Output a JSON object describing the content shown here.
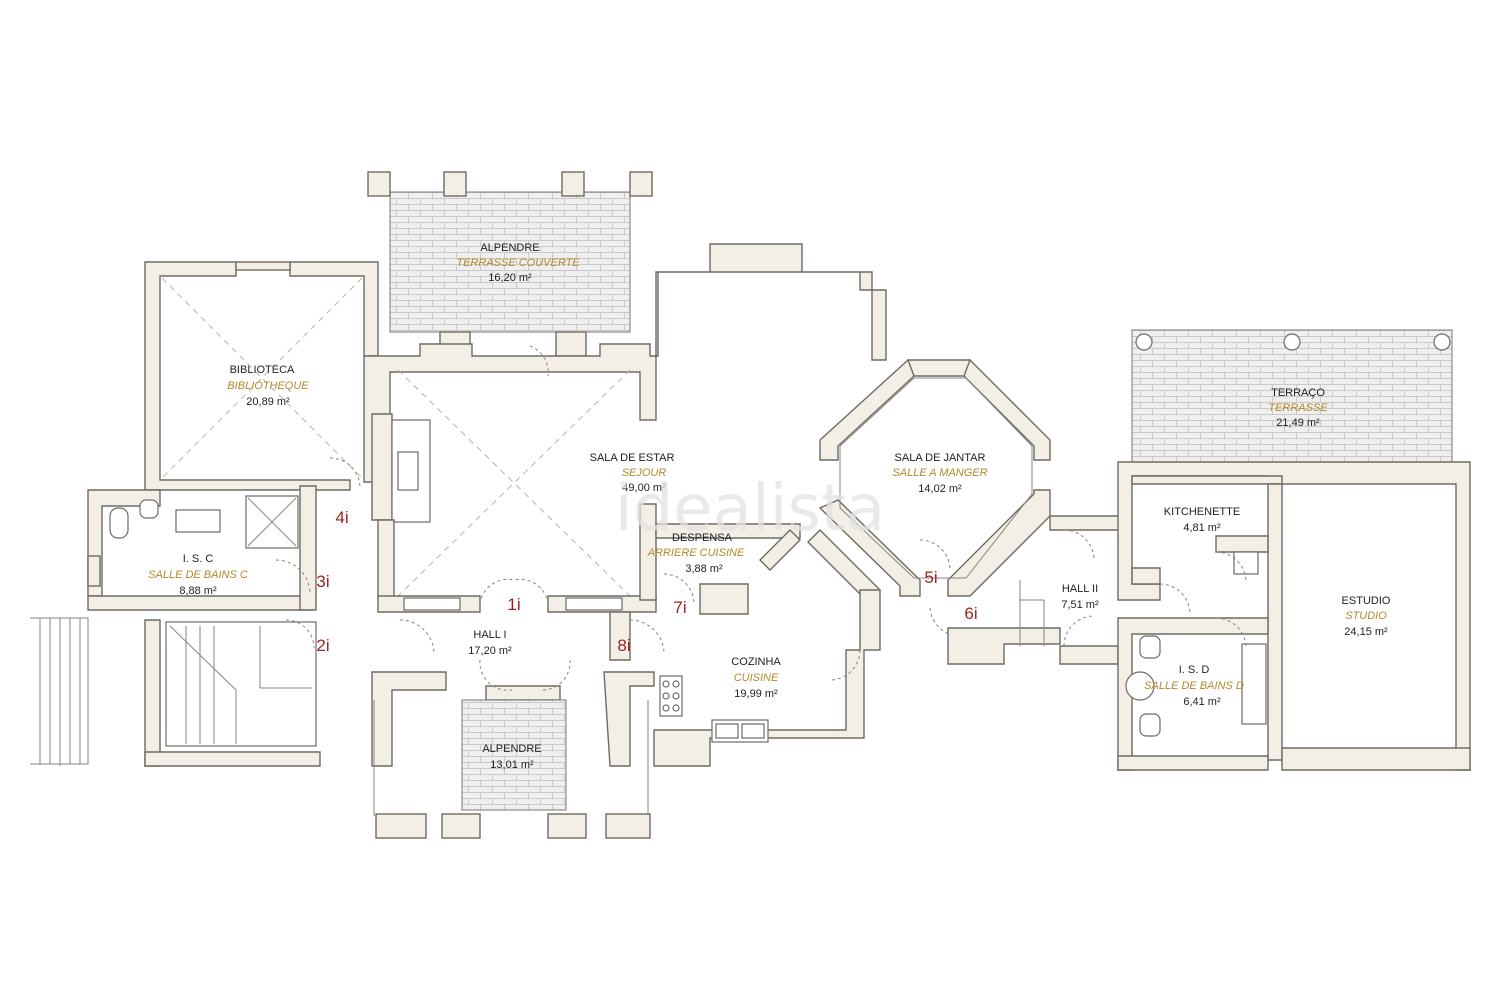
{
  "watermark": "idealista",
  "rooms": {
    "alpendre_top": {
      "name": "ALPENDRE",
      "fr": "TERRASSE COUVERTE",
      "area": "16,20 m²"
    },
    "biblioteca": {
      "name": "BIBLIOTECA",
      "fr": "BIBLIOTHEQUE",
      "area": "20,89 m²"
    },
    "sala_estar": {
      "name": "SALA DE ESTAR",
      "fr": "SEJOUR",
      "area": "49,00 m²"
    },
    "sala_jantar": {
      "name": "SALA DE JANTAR",
      "fr": "SALLE A MANGER",
      "area": "14,02 m²"
    },
    "terraco": {
      "name": "TERRAÇO",
      "fr": "TERRASSE",
      "area": "21,49 m²"
    },
    "kitchenette": {
      "name": "KITCHENETTE",
      "area": "4,81 m²"
    },
    "isc": {
      "name": "I. S. C",
      "fr": "SALLE DE BAINS C",
      "area": "8,88 m²"
    },
    "despensa": {
      "name": "DESPENSA",
      "fr": "ARRIERE CUISINE",
      "area": "3,88 m²"
    },
    "hall1": {
      "name": "HALL I",
      "area": "17,20 m²"
    },
    "hall2": {
      "name": "HALL II",
      "area": "7,51 m²"
    },
    "cozinha": {
      "name": "COZINHA",
      "fr": "CUISINE",
      "area": "19,99 m²"
    },
    "estudio": {
      "name": "ESTUDIO",
      "fr": "STUDIO",
      "area": "24,15 m²"
    },
    "isd": {
      "name": "I. S. D",
      "fr": "SALLE DE BAINS D",
      "area": "6,41 m²"
    },
    "alpendre_bottom": {
      "name": "ALPENDRE",
      "area": "13,01 m²"
    }
  },
  "markers": [
    "1i",
    "2i",
    "3i",
    "4i",
    "5i",
    "6i",
    "7i",
    "8i"
  ]
}
